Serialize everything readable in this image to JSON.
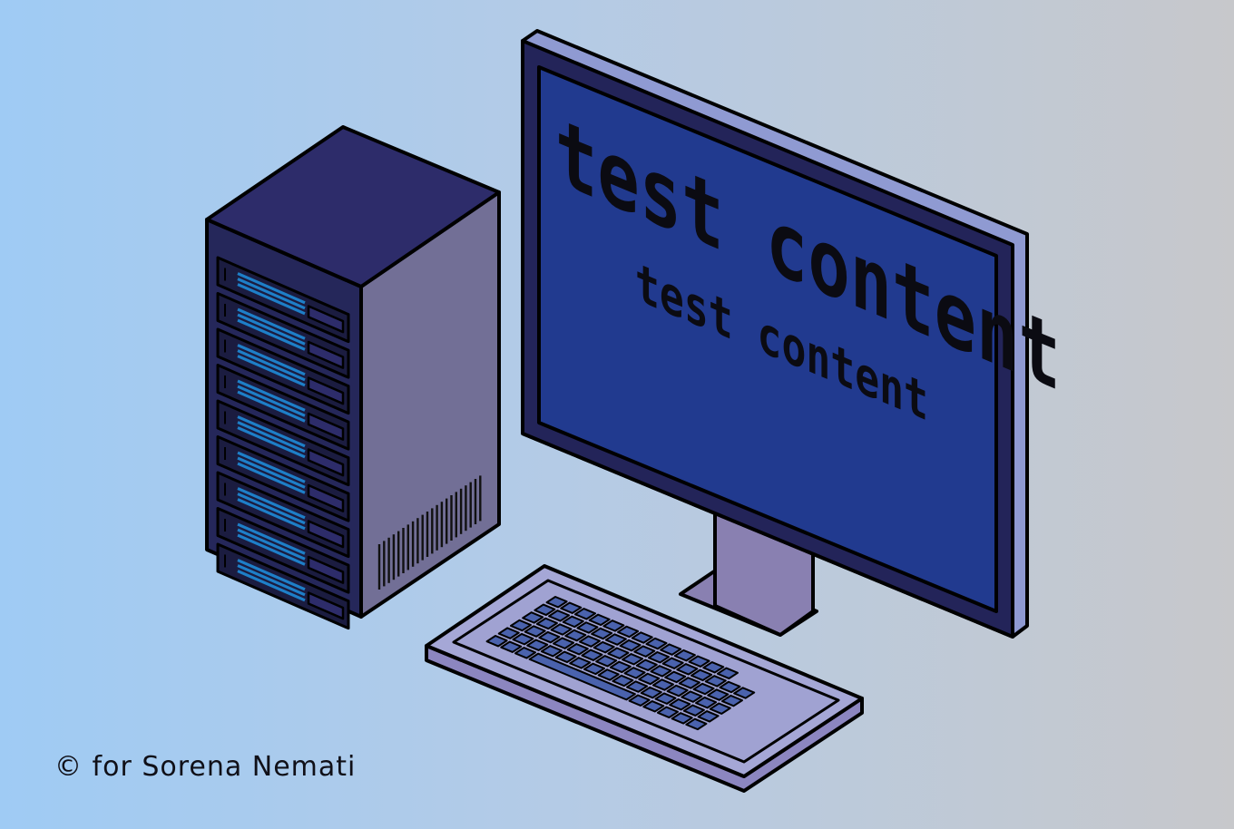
{
  "screen": {
    "headline": "test content",
    "subline": "test content"
  },
  "footer": {
    "copyright": "© for Sorena Nemati"
  },
  "colors": {
    "background_left": "#9fcbf4",
    "background_right": "#c7c8cb",
    "screen_blue": "#213a8f",
    "bezel_dark": "#232459",
    "tower_top": "#2d2c6a",
    "tower_side": "#726f96",
    "drive_stripe": "#1e7fc8",
    "keyboard_body": "#a5a7d6",
    "keyboard_keys": "#4a62ad",
    "stand": "#8980b1"
  }
}
